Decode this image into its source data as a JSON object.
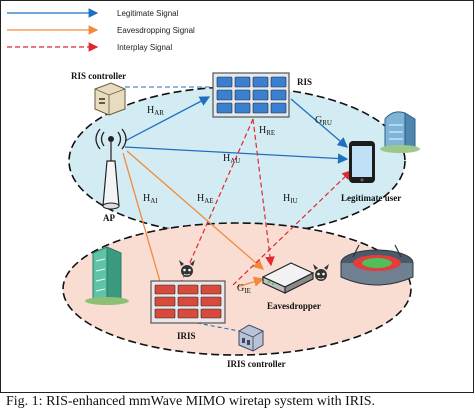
{
  "legend": [
    {
      "label": "Legitimate Signal",
      "color": "#1f6fc0",
      "style": "solid"
    },
    {
      "label": "Eavesdropping Signal",
      "color": "#f08a3c",
      "style": "solid"
    },
    {
      "label": "Interplay Signal",
      "color": "#e0282e",
      "style": "dashed"
    }
  ],
  "nodes": {
    "ris_controller": "RIS controller",
    "ris": "RIS",
    "ap": "AP",
    "legitimate_user": "Legitimate user",
    "iris": "IRIS",
    "eavesdropper": "Eavesdropper",
    "iris_controller": "IRIS controller"
  },
  "channels": {
    "h_ar": {
      "main": "H",
      "sub": "AR"
    },
    "g_ru": {
      "main": "G",
      "sub": "RU"
    },
    "h_re": {
      "main": "H",
      "sub": "RE"
    },
    "h_au": {
      "main": "H",
      "sub": "AU"
    },
    "h_ai": {
      "main": "H",
      "sub": "AI"
    },
    "h_ae": {
      "main": "H",
      "sub": "AE"
    },
    "h_iu": {
      "main": "H",
      "sub": "IU"
    },
    "g_ie": {
      "main": "G",
      "sub": "IE"
    }
  },
  "colors": {
    "upper_region": "#d3ecf3",
    "lower_region": "#f9ddd2",
    "legitimate": "#1f6fc0",
    "eavesdropping": "#f08a3c",
    "interplay": "#e0282e",
    "ris_panel": "#3a7fd0",
    "iris_panel": "#d84a3c"
  },
  "caption": "Fig. 1: RIS-enhanced mmWave MIMO wiretap system with IRIS."
}
